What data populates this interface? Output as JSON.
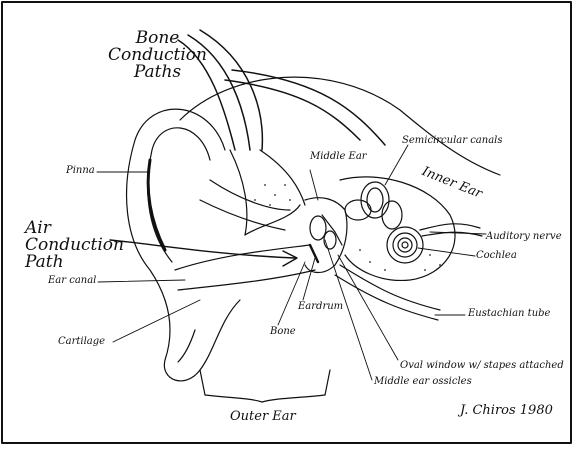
{
  "headings": {
    "bone_conduction_lines": [
      "Bone",
      "Conduction",
      "Paths"
    ],
    "air_conduction_lines": [
      "Air",
      "Conduction",
      "Path"
    ]
  },
  "labels": {
    "pinna": "Pinna",
    "middle_ear": "Middle Ear",
    "semicircular_canals": "Semicircular canals",
    "inner_ear": "Inner Ear",
    "auditory_nerve": "Auditory nerve",
    "cochlea": "Cochlea",
    "ear_canal": "Ear canal",
    "cartilage": "Cartilage",
    "bone": "Bone",
    "eardrum": "Eardrum",
    "eustachian_tube": "Eustachian tube",
    "oval_window": "Oval window w/ stapes attached",
    "middle_ear_ossicles": "Middle ear ossicles",
    "outer_ear": "Outer Ear"
  },
  "signature": "J. Chiros 1980",
  "colors": {
    "ink": "#111111",
    "background": "#ffffff",
    "speckle": "#555555"
  }
}
